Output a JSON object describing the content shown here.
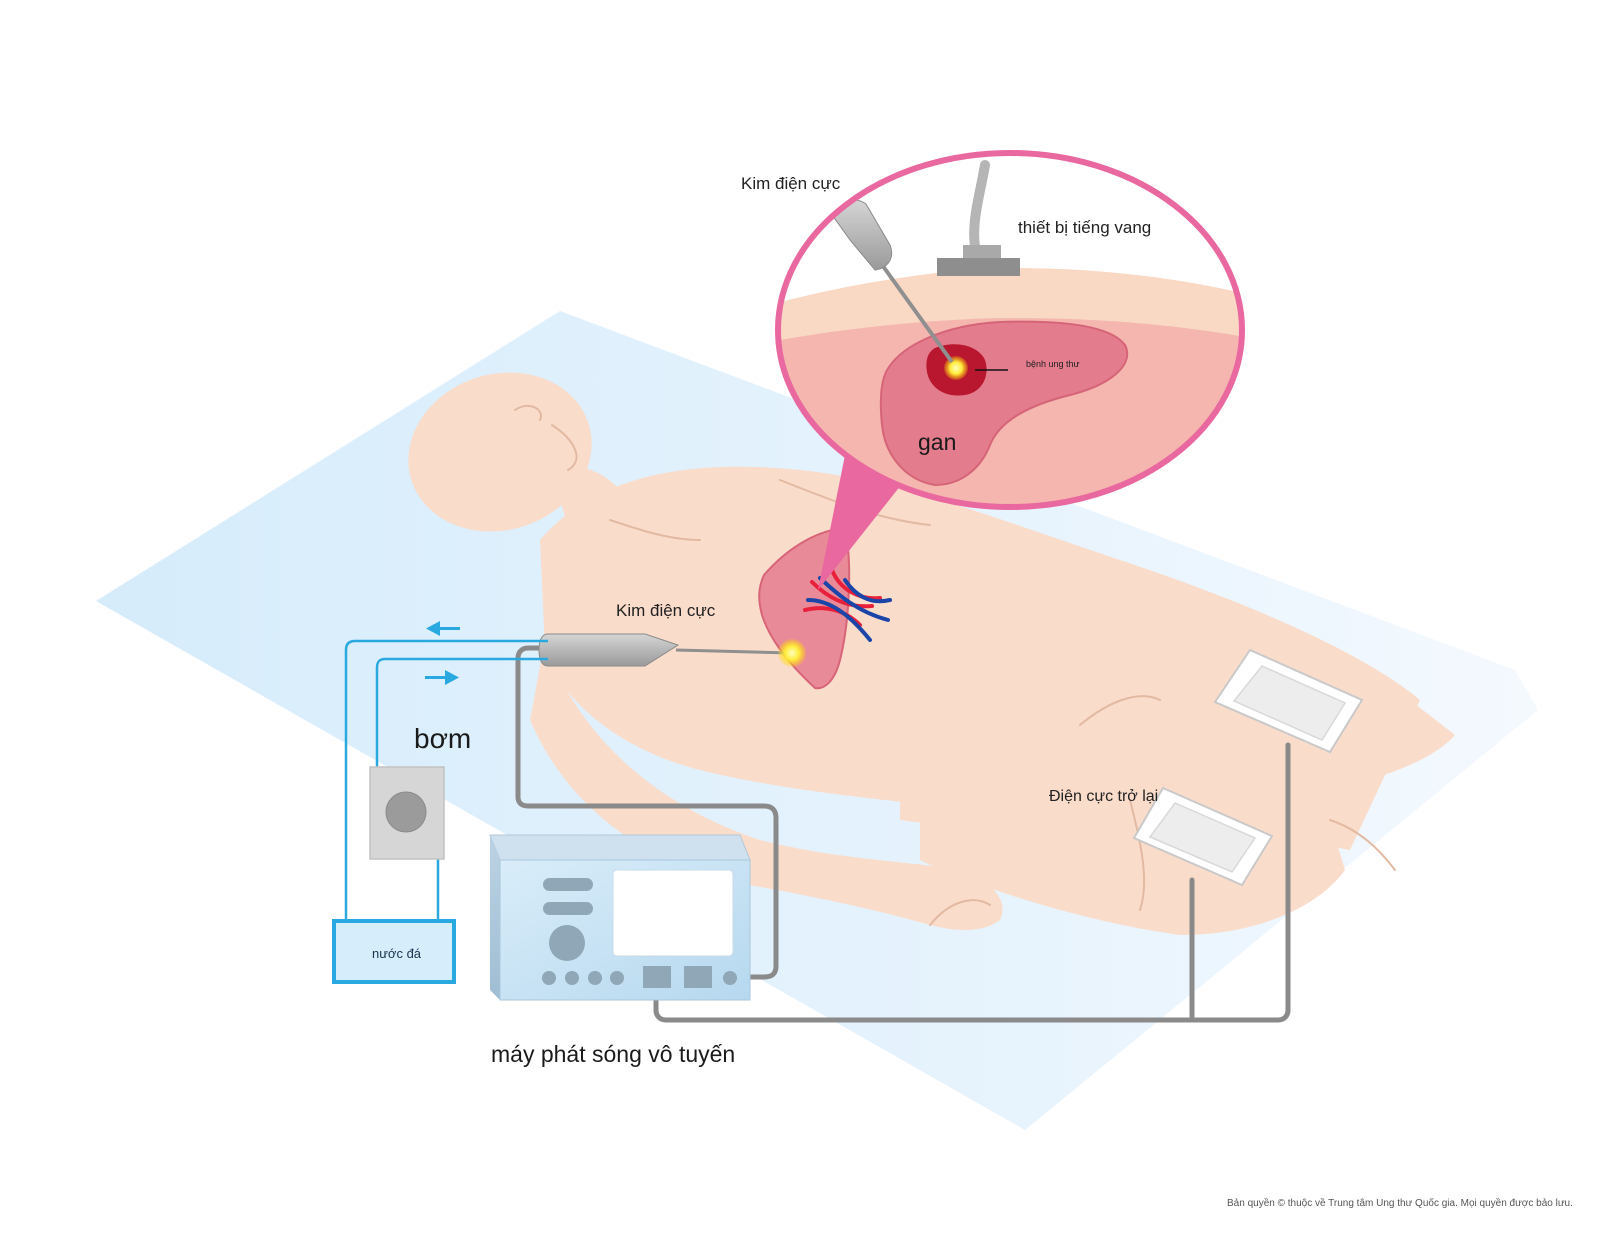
{
  "labels": {
    "electrode_top": "Kim điện cực",
    "echo_device": "thiết bị tiếng vang",
    "cancer": "bệnh ung thư",
    "liver": "gan",
    "electrode_body": "Kim điện cực",
    "pump": "bơm",
    "return_electrode": "Điện cực trở lại",
    "ice_water": "nước đá",
    "rf_generator": "máy phát sóng vô tuyến",
    "copyright": "Bản quyền © thuộc về Trung tâm Ung thư Quốc gia. Mọi quyền được bảo lưu."
  },
  "colors": {
    "skin": "#fadccb",
    "skin_line": "#e2b9a1",
    "liver": "#e98a98",
    "liver_dark": "#d86478",
    "tumor": "#c3203a",
    "hot_spot": "#ffe94a",
    "magnifier_ring": "#e9689f",
    "water_line": "#2aa9e1",
    "cable": "#8a8a8a",
    "mat": "#dcefff",
    "artery": "#e8203a",
    "vein": "#1b45a8"
  },
  "icons": {
    "pump_rotor": "pump-icon",
    "flow_out": "arrow-left-icon",
    "flow_in": "arrow-right-icon"
  }
}
